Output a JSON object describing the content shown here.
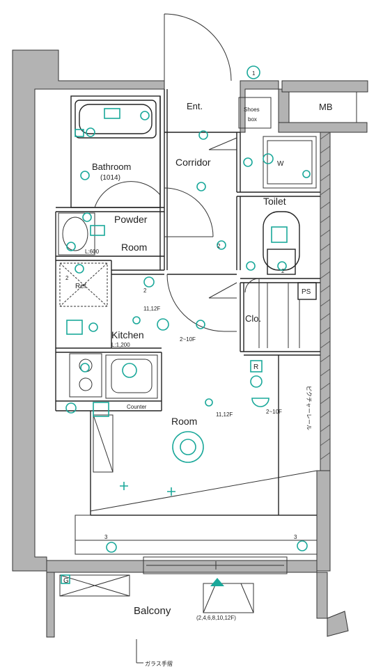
{
  "rooms": {
    "entrance": "Ent.",
    "shoes_box": [
      "Shoes",
      "box"
    ],
    "mb": "MB",
    "bathroom": "Bathroom",
    "bathroom_size": "(1014)",
    "corridor": "Corridor",
    "toilet": "Toilet",
    "powder": "Powder",
    "powder_room": "Room",
    "powder_width": "L:600",
    "ref": "Ref.",
    "kitchen": "Kitchen",
    "kitchen_width": "L:1,200",
    "counter": "Counter",
    "closet": "Clo.",
    "ps": "PS",
    "room": "Room",
    "balcony": "Balcony"
  },
  "notes": {
    "floors_a": "11,12F",
    "floors_b": "2~10F",
    "floors_c": "11,12F",
    "floors_d": "2~10F",
    "ladder_floors": "(2,4,6,8,10,12F)",
    "picture_rail": "ピクチャーレール",
    "glass_railing": "ガラス手摺",
    "washer": "W",
    "refrigerator_r": "R",
    "meter_g": "G",
    "mark_2a": "2",
    "mark_2b": "2",
    "mark_2c": "2",
    "mark_2d": "2",
    "mark_3a": "3",
    "mark_3b": "3",
    "mark_1": "1"
  },
  "colors": {
    "wall_fill": "#b3b3b3",
    "equipment": "#1aa89a",
    "line": "#333333"
  }
}
